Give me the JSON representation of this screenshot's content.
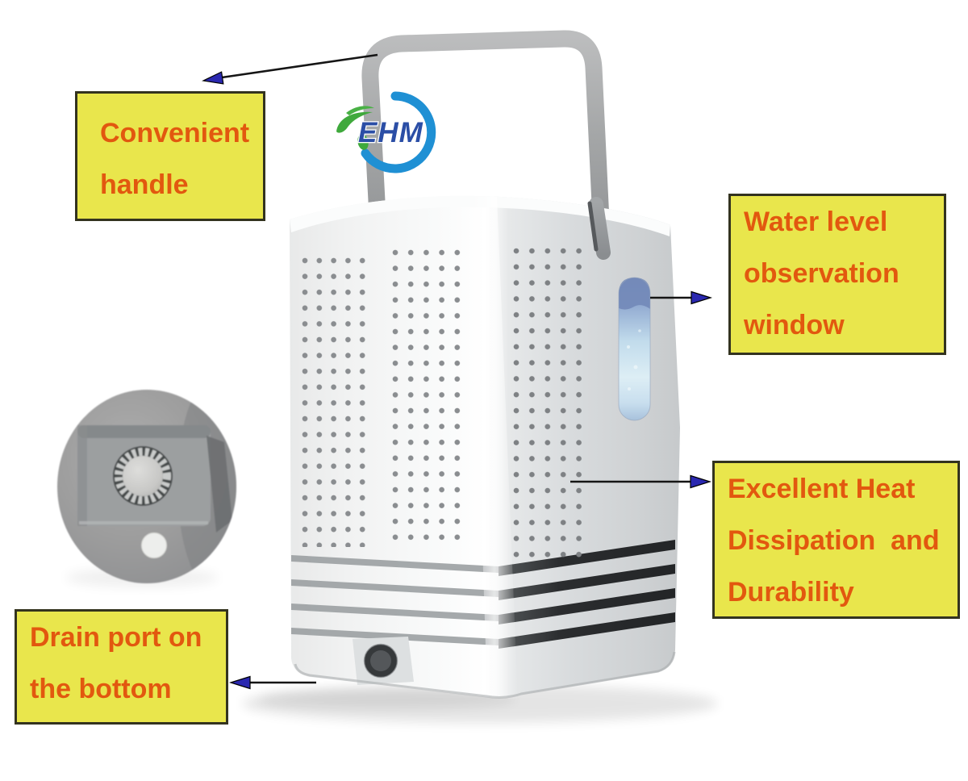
{
  "logo": {
    "text": "EHM"
  },
  "callouts": [
    {
      "id": "convenient-handle",
      "lines": [
        "Convenient",
        "handle"
      ]
    },
    {
      "id": "water-level-observation-window",
      "lines": [
        "Water level",
        "observation",
        "window"
      ]
    },
    {
      "id": "heat-dissipation",
      "lines": [
        "Excellent Heat",
        "Dissipation  and",
        "Durability"
      ]
    },
    {
      "id": "drain-port",
      "lines": [
        "Drain port on",
        "the bottom"
      ]
    }
  ],
  "colors": {
    "callout_background": "#e9e64c",
    "callout_border": "#33331f",
    "callout_text": "#e2580f",
    "arrow_line": "#151515",
    "arrow_head": "#2a28b0",
    "logo_swoosh_blue": "#1f90d4",
    "logo_text_blue": "#2b4ea6",
    "logo_green": "#3fa93c",
    "device_body_light": "#f2f3f3",
    "device_body_dark": "#c6c9cb",
    "vent_slat_dark": "#2b2d2f",
    "vent_slat_light": "#9ba0a2",
    "water_window_blue": "#8095c0",
    "handle_gray": "#a2a4a5",
    "drain_port_dark": "#36393b",
    "inset_gray": "#9d9d9d"
  }
}
